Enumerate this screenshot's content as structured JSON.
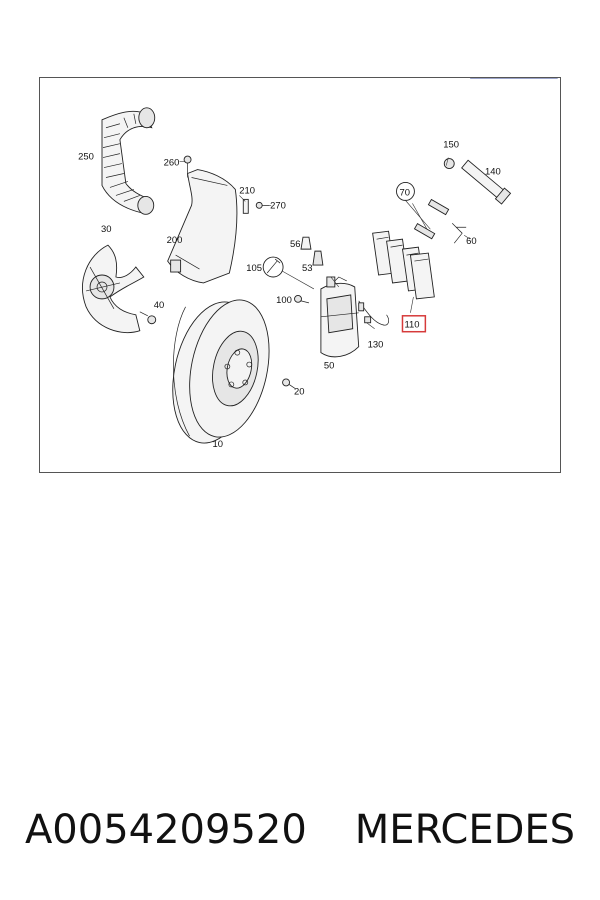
{
  "diagram": {
    "callouts": {
      "c250": "250",
      "c260": "260",
      "c210": "210",
      "c270": "270",
      "c200": "200",
      "c30": "30",
      "c40": "40",
      "c10": "10",
      "c20": "20",
      "c105": "105",
      "c56": "56",
      "c53": "53",
      "c100": "100",
      "c50": "50",
      "c130": "130",
      "c70": "70",
      "c150": "150",
      "c140": "140",
      "c60": "60",
      "c110": "110"
    },
    "highlight_color": "#d63a3a"
  },
  "caption": {
    "part_number": "A0054209520",
    "brand": "MERCEDES"
  }
}
